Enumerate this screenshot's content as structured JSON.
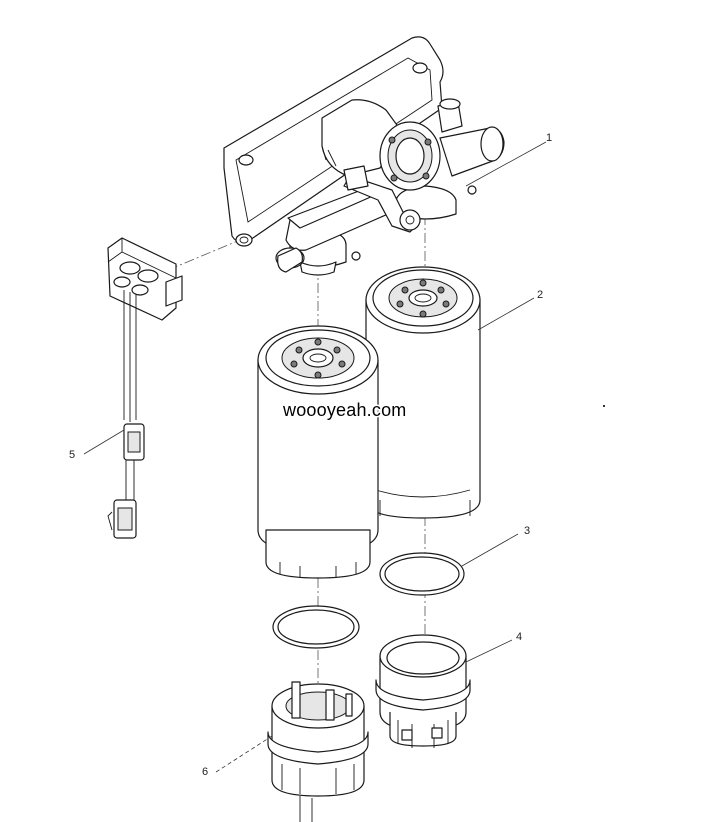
{
  "callouts": [
    {
      "id": "1",
      "label": "1",
      "part": "filter-head-assembly"
    },
    {
      "id": "2",
      "label": "2",
      "part": "filter-element-rear"
    },
    {
      "id": "3",
      "label": "3",
      "part": "o-ring-rear"
    },
    {
      "id": "4",
      "label": "4",
      "part": "bowl-rear"
    },
    {
      "id": "5",
      "label": "5",
      "part": "sensor-harness"
    },
    {
      "id": "6",
      "label": "6",
      "part": "bowl-front"
    }
  ],
  "watermark": "woooyeah.com"
}
